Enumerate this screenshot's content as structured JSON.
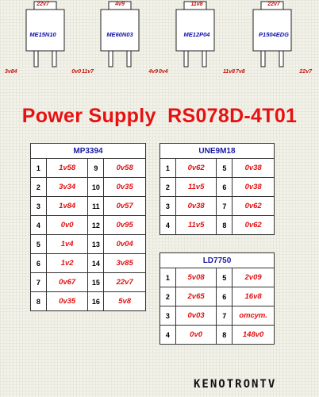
{
  "transistors": [
    {
      "tab": "22v7",
      "name": "ME15N10",
      "left_pin": "3v84",
      "right_pin": "0v0"
    },
    {
      "tab": "4v9",
      "name": "ME60N03",
      "left_pin": "11v7",
      "right_pin": "4v9"
    },
    {
      "tab": "11v8",
      "name": "ME12P04",
      "left_pin": "0v4",
      "right_pin": "11v8"
    },
    {
      "tab": "22v7",
      "name": "P1504EDG",
      "left_pin": "7v8",
      "right_pin": "22v7"
    }
  ],
  "title": "Power Supply  RS078D-4T01",
  "tables": {
    "mp3394": {
      "title": "MP3394",
      "rows": [
        [
          "1",
          "1v58",
          "9",
          "0v58"
        ],
        [
          "2",
          "3v34",
          "10",
          "0v35"
        ],
        [
          "3",
          "1v84",
          "11",
          "0v57"
        ],
        [
          "4",
          "0v0",
          "12",
          "0v95"
        ],
        [
          "5",
          "1v4",
          "13",
          "0v04"
        ],
        [
          "6",
          "1v2",
          "14",
          "3v85"
        ],
        [
          "7",
          "0v67",
          "15",
          "22v7"
        ],
        [
          "8",
          "0v35",
          "16",
          "5v8"
        ]
      ]
    },
    "une9m18": {
      "title": "UNE9M18",
      "rows": [
        [
          "1",
          "0v62",
          "5",
          "0v38"
        ],
        [
          "2",
          "11v5",
          "6",
          "0v38"
        ],
        [
          "3",
          "0v38",
          "7",
          "0v62"
        ],
        [
          "4",
          "11v5",
          "8",
          "0v62"
        ]
      ]
    },
    "ld7750": {
      "title": "LD7750",
      "rows": [
        [
          "1",
          "5v08",
          "5",
          "2v09"
        ],
        [
          "2",
          "2v65",
          "6",
          "16v8"
        ],
        [
          "3",
          "0v03",
          "7",
          "отсут."
        ],
        [
          "4",
          "0v0",
          "8",
          "148v0"
        ]
      ]
    }
  },
  "watermark": "KENOTRONTV",
  "colors": {
    "red": "#e81111",
    "blue": "#1a1aa8",
    "package": "#ffffff"
  }
}
